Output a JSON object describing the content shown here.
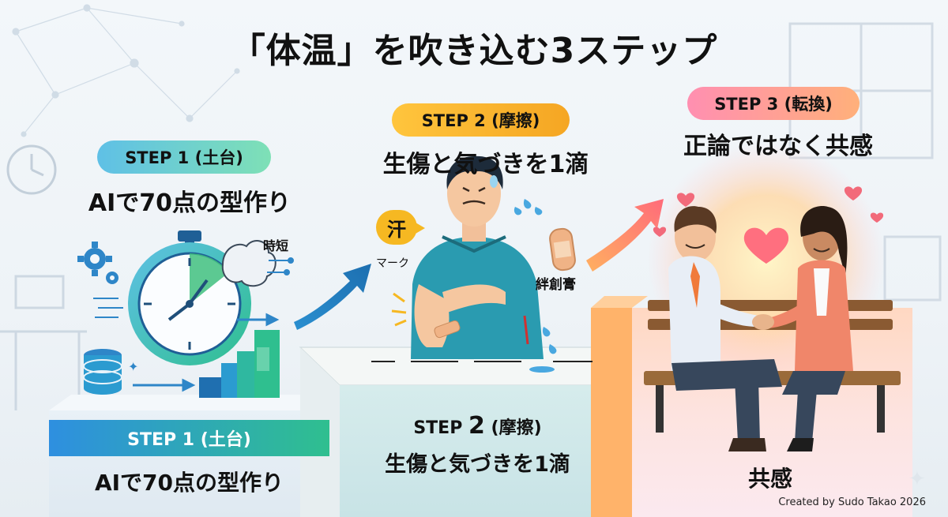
{
  "title": "「体温」を吹き込む3ステップ",
  "steps": [
    {
      "pill": "STEP 1 (土台)",
      "subtitle": "AIで70点の型作り",
      "label_shortening": "時短",
      "platform_step": "STEP 1 (土台)",
      "platform_text": "AIで70点の型作り",
      "pill_gradient": [
        "#5fc0e6",
        "#7ee0b6"
      ]
    },
    {
      "pill": "STEP 2 (摩擦)",
      "subtitle": "生傷と気づきを1滴",
      "sweat_badge": "汗",
      "label_mark": "マーク",
      "label_bandage": "絆創膏",
      "platform_step_prefix": "STEP ",
      "platform_step_num": "2",
      "platform_step_suffix": " (摩擦)",
      "platform_text": "生傷と気づきを1滴",
      "pill_gradient": [
        "#ffc53d",
        "#f5a623"
      ]
    },
    {
      "pill": "STEP 3 (転換)",
      "subtitle": "正論ではなく共感",
      "platform_text": "共感",
      "pill_gradient": [
        "#ff8fb1",
        "#ffb07a"
      ]
    }
  ],
  "credit": "Created by Sudo Takao 2026",
  "icons": [
    "gear-icon",
    "stopwatch-icon",
    "brain-icon",
    "database-icon",
    "bar-chart-icon",
    "arrow-up-right-icon",
    "person-icon",
    "bandage-icon",
    "sweat-drop-icon",
    "heart-icon",
    "handshake-icon",
    "bench-icon"
  ]
}
